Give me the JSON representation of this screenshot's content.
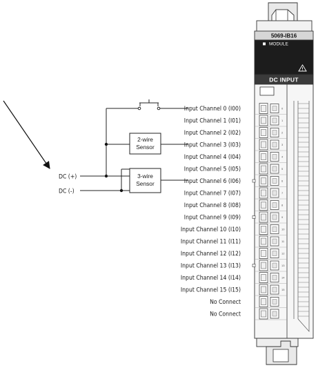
{
  "module": {
    "model": "5069-IB16",
    "status_label": "MODULE",
    "type_label": "DC INPUT"
  },
  "channels": [
    "Input Channel 0 (I00)",
    "Input Channel 1 (I01)",
    "Input Channel 2 (I02)",
    "Input Channel 3 (I03)",
    "Input Channel 4 (I04)",
    "Input Channel 5 (I05)",
    "Input Channel 6 (I06)",
    "Input Channel 7 (I07)",
    "Input Channel 8 (I08)",
    "Input Channel 9 (I09)",
    "Input Channel 10 (I10)",
    "Input Channel 11 (I11)",
    "Input Channel 12 (I12)",
    "Input Channel 13 (I13)",
    "Input Channel 14 (I14)",
    "Input Channel 15 (I15)",
    "No Connect",
    "No Connect"
  ],
  "supply": {
    "positive": "DC (+)",
    "negative": "DC (-)"
  },
  "devices": {
    "two_wire": [
      "2-wire",
      "Sensor"
    ],
    "three_wire": [
      "3-wire",
      "Sensor"
    ]
  },
  "terminal_numbers": [
    "0",
    "1",
    "2",
    "3",
    "4",
    "5",
    "6",
    "7",
    "8",
    "9",
    "10",
    "11",
    "12",
    "13",
    "14",
    "15",
    "",
    ""
  ],
  "icons": [
    "warning-triangle-icon",
    "status-indicator-square"
  ]
}
